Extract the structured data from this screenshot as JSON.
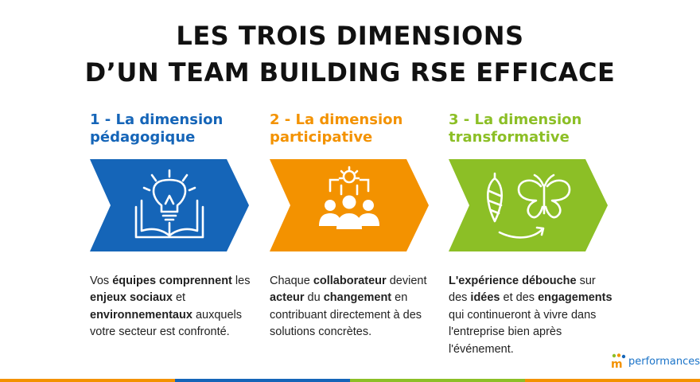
{
  "title": {
    "line1": "LES TROIS DIMENSIONS",
    "line2": "D’UN TEAM BUILDING RSE EFFICACE"
  },
  "columns": [
    {
      "title_line1": "1 - La dimension",
      "title_line2": "pédagogique",
      "color": "#1565b8",
      "icon": "lightbulb-book-icon",
      "desc": [
        {
          "t": "Vos ",
          "b": false
        },
        {
          "t": "équipes comprennent",
          "b": true
        },
        {
          "t": " les ",
          "b": false
        },
        {
          "t": "enjeux sociaux",
          "b": true
        },
        {
          "t": " et ",
          "b": false
        },
        {
          "t": "environnementaux",
          "b": true
        },
        {
          "t": " auxquels votre secteur est confronté.",
          "b": false
        }
      ]
    },
    {
      "title_line1": "2 - La dimension",
      "title_line2": "participative",
      "color": "#f39200",
      "icon": "team-gear-icon",
      "desc": [
        {
          "t": "Chaque ",
          "b": false
        },
        {
          "t": "collaborateur",
          "b": true
        },
        {
          "t": " devient ",
          "b": false
        },
        {
          "t": "acteur",
          "b": true
        },
        {
          "t": " du ",
          "b": false
        },
        {
          "t": "changement",
          "b": true
        },
        {
          "t": " en contribuant directement à des solutions concrètes.",
          "b": false
        }
      ]
    },
    {
      "title_line1": "3 - La dimension",
      "title_line2": "transformative",
      "color": "#8cbf26",
      "icon": "cocoon-butterfly-icon",
      "desc": [
        {
          "t": "L'expérience débouche",
          "b": true
        },
        {
          "t": " sur des ",
          "b": false
        },
        {
          "t": "idées",
          "b": true
        },
        {
          "t": " et des ",
          "b": false
        },
        {
          "t": "engagements",
          "b": true
        },
        {
          "t": " qui continueront à vivre dans l'entreprise bien après l'événement.",
          "b": false
        }
      ]
    }
  ],
  "logo": {
    "text": "performances",
    "mark": "m",
    "icon": "performances-logo-icon"
  },
  "stripe_colors": [
    "#f39200",
    "#1565b8",
    "#8cbf26",
    "#f39200"
  ]
}
